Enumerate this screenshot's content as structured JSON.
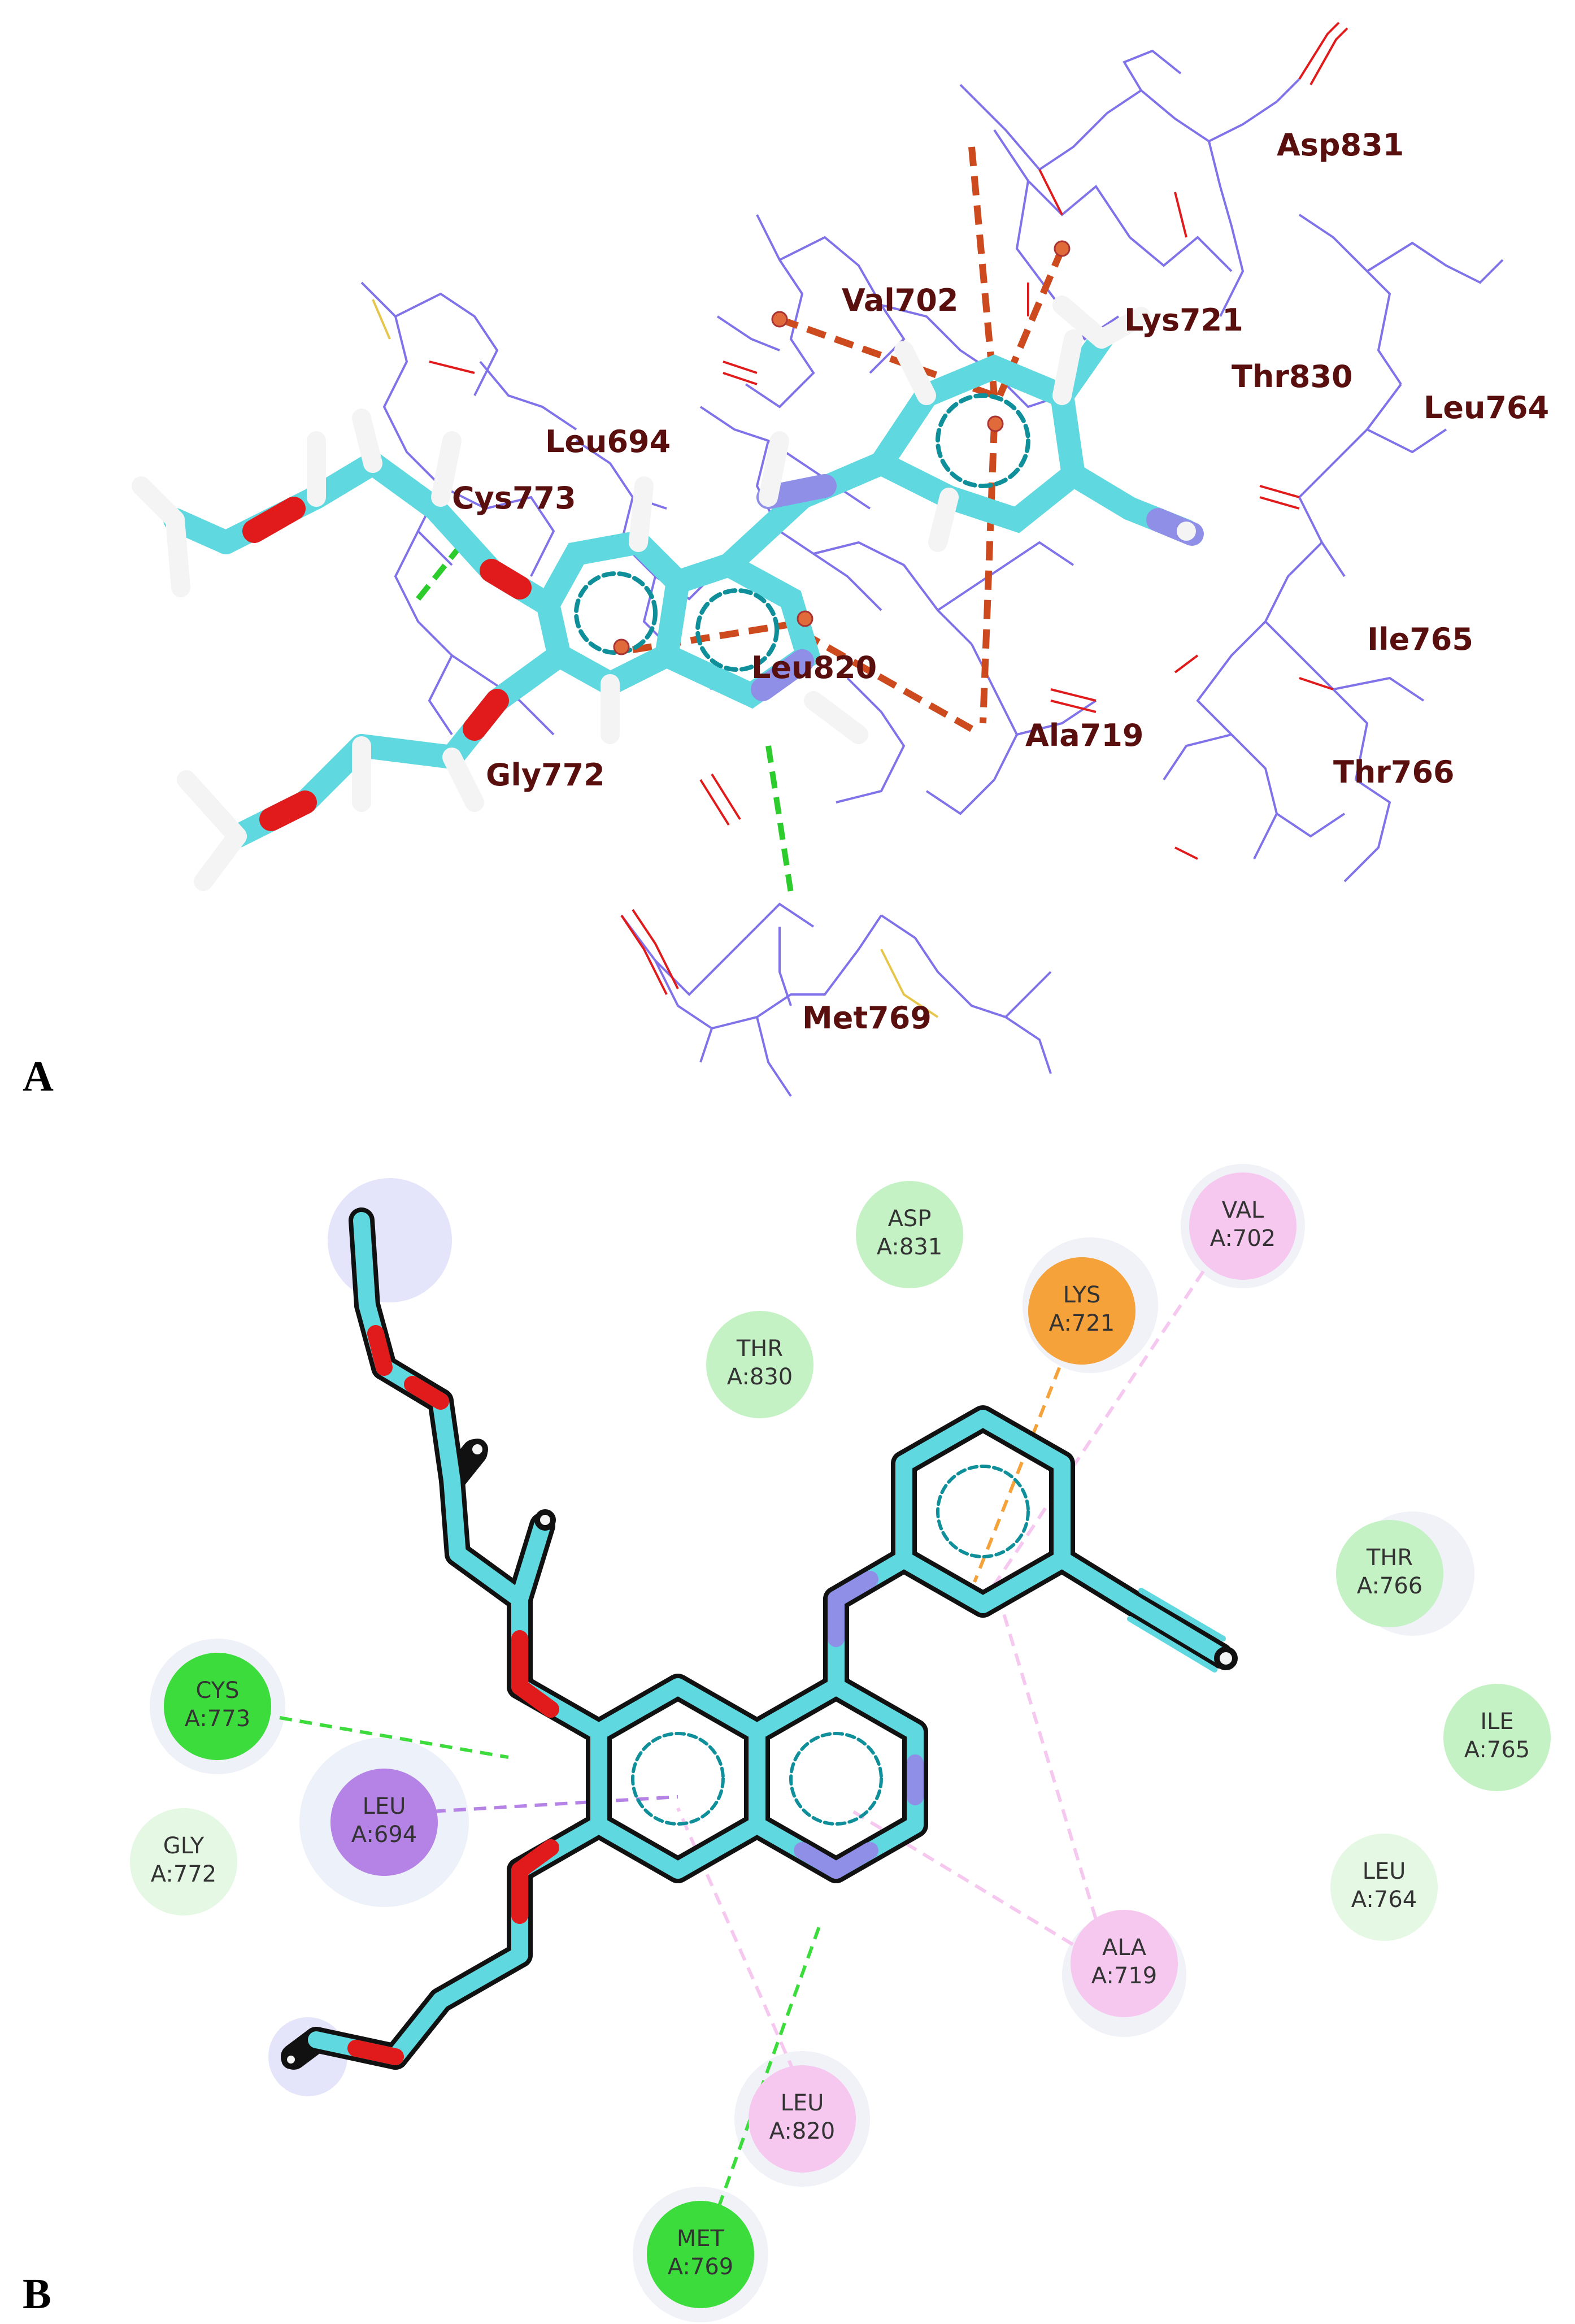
{
  "panels": {
    "a": {
      "label": "A"
    },
    "b": {
      "label": "B"
    }
  },
  "panel_a_residues": [
    {
      "label": "Asp831"
    },
    {
      "label": "Val702"
    },
    {
      "label": "Lys721"
    },
    {
      "label": "Thr830"
    },
    {
      "label": "Leu764"
    },
    {
      "label": "Leu694"
    },
    {
      "label": "Cys773"
    },
    {
      "label": "Leu820"
    },
    {
      "label": "Ile765"
    },
    {
      "label": "Ala719"
    },
    {
      "label": "Thr766"
    },
    {
      "label": "Gly772"
    },
    {
      "label": "Met769"
    }
  ],
  "panel_b_residues": [
    {
      "name": "ASP",
      "id": "A:831",
      "interaction": "van-der-waals"
    },
    {
      "name": "THR",
      "id": "A:830",
      "interaction": "van-der-waals"
    },
    {
      "name": "LYS",
      "id": "A:721",
      "interaction": "pi-cation"
    },
    {
      "name": "VAL",
      "id": "A:702",
      "interaction": "pi-alkyl"
    },
    {
      "name": "THR",
      "id": "A:766",
      "interaction": "van-der-waals"
    },
    {
      "name": "ILE",
      "id": "A:765",
      "interaction": "van-der-waals"
    },
    {
      "name": "LEU",
      "id": "A:764",
      "interaction": "van-der-waals-weak"
    },
    {
      "name": "CYS",
      "id": "A:773",
      "interaction": "hydrogen-bond"
    },
    {
      "name": "GLY",
      "id": "A:772",
      "interaction": "van-der-waals-weak"
    },
    {
      "name": "LEU",
      "id": "A:694",
      "interaction": "pi-sigma"
    },
    {
      "name": "ALA",
      "id": "A:719",
      "interaction": "pi-alkyl"
    },
    {
      "name": "LEU",
      "id": "A:820",
      "interaction": "pi-alkyl"
    },
    {
      "name": "MET",
      "id": "A:769",
      "interaction": "hydrogen-bond"
    }
  ],
  "interaction_colors": {
    "hydrogen-bond": "#3ddc3d",
    "van-der-waals": "#c4f2c4",
    "van-der-waals-weak": "#e4f8e4",
    "pi-cation": "#f5a23a",
    "pi-alkyl": "#f6c8f0",
    "pi-sigma": "#b582e6",
    "carbon": "#5fd8e0",
    "oxygen": "#e11b1b",
    "nitrogen": "#8f8fe8",
    "hydrogen": "#ffffff",
    "protein_lines": "#6a5ae6"
  }
}
